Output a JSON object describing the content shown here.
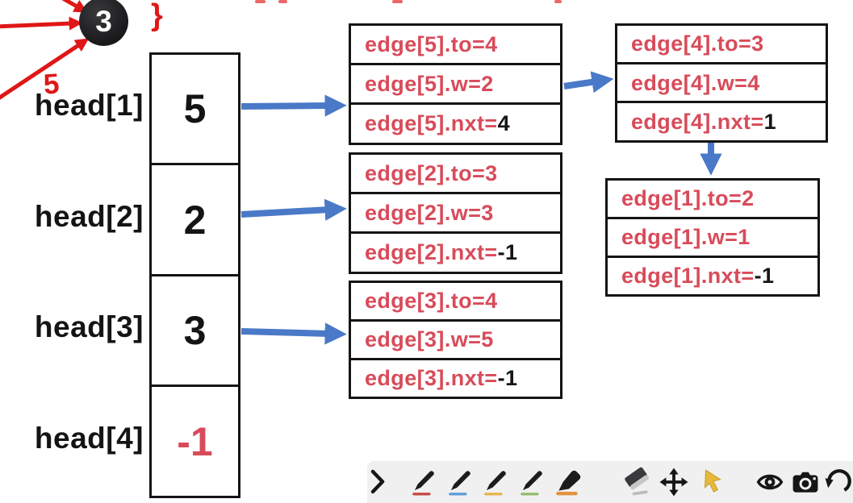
{
  "node": {
    "label": "3"
  },
  "annotations": {
    "closing_brace": "}",
    "pen_five": "5"
  },
  "head_array": {
    "items": [
      {
        "label": "head[1]",
        "value": "5",
        "value_color": "black"
      },
      {
        "label": "head[2]",
        "value": "2",
        "value_color": "black"
      },
      {
        "label": "head[3]",
        "value": "3",
        "value_color": "black"
      },
      {
        "label": "head[4]",
        "value": "-1",
        "value_color": "red"
      }
    ]
  },
  "edge_groups": [
    {
      "name": "edge-5",
      "rows": [
        {
          "text": "edge[5].to=",
          "value": "4",
          "value_color": "red"
        },
        {
          "text": "edge[5].w=",
          "value": "2",
          "value_color": "red"
        },
        {
          "text": "edge[5].nxt=",
          "value": "4",
          "value_color": "black"
        }
      ]
    },
    {
      "name": "edge-2",
      "rows": [
        {
          "text": "edge[2].to=",
          "value": "3",
          "value_color": "red"
        },
        {
          "text": "edge[2].w=",
          "value": "3",
          "value_color": "red"
        },
        {
          "text": "edge[2].nxt=",
          "value": "-1",
          "value_color": "black"
        }
      ]
    },
    {
      "name": "edge-3",
      "rows": [
        {
          "text": "edge[3].to=",
          "value": "4",
          "value_color": "red"
        },
        {
          "text": "edge[3].w=",
          "value": "5",
          "value_color": "red"
        },
        {
          "text": "edge[3].nxt=",
          "value": "-1",
          "value_color": "black"
        }
      ]
    },
    {
      "name": "edge-4",
      "rows": [
        {
          "text": "edge[4].to=",
          "value": "3",
          "value_color": "red"
        },
        {
          "text": "edge[4].w=",
          "value": "4",
          "value_color": "red"
        },
        {
          "text": "edge[4].nxt=",
          "value": "1",
          "value_color": "black"
        }
      ]
    },
    {
      "name": "edge-1",
      "rows": [
        {
          "text": "edge[1].to=",
          "value": "2",
          "value_color": "red"
        },
        {
          "text": "edge[1].w=",
          "value": "1",
          "value_color": "red"
        },
        {
          "text": "edge[1].nxt=",
          "value": "-1",
          "value_color": "black"
        }
      ]
    }
  ],
  "toolbar": {
    "icons": [
      "collapse-chevron",
      "pen-red",
      "pen-blue",
      "pen-yellow",
      "pen-green",
      "marker-orange",
      "eraser",
      "move",
      "cursor-pointer",
      "eye",
      "camera",
      "rotate"
    ]
  },
  "colors": {
    "edge-text": "#d84b5a",
    "value-black": "#161616",
    "annotation-red": "#df1717",
    "arrow-blue": "#4a79c8",
    "border-dark": "#141414",
    "toolbar-bg": "#f0f0f1",
    "cursor-gold": "#e7b83c",
    "pen-underline-red": "#c74440",
    "pen-underline-blue": "#5b9bd5",
    "pen-underline-yellow": "#e3b44c",
    "pen-underline-green": "#8fbc6f",
    "pen-underline-orange": "#e2913a"
  }
}
